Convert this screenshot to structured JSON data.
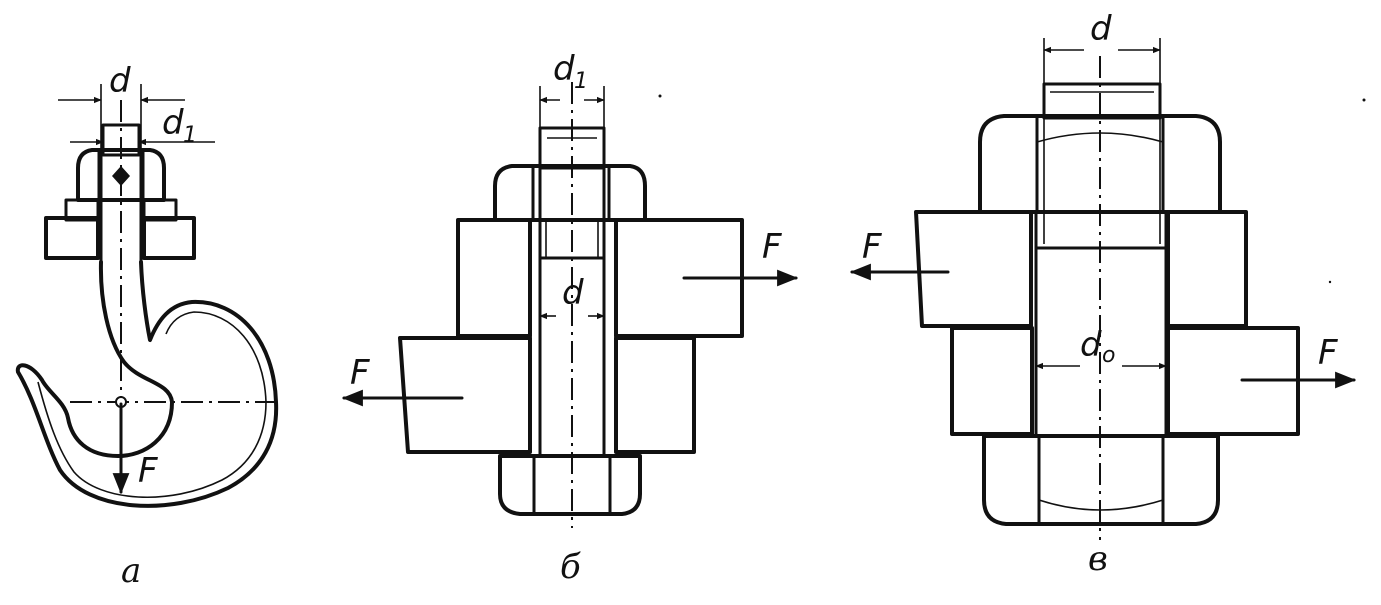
{
  "figures": [
    {
      "caption": "a",
      "labels": {
        "outer_diameter": "d",
        "inner_diameter": "d",
        "inner_diameter_sub": "1",
        "force": "F"
      }
    },
    {
      "caption": "б",
      "labels": {
        "thread_diameter": "d",
        "thread_diameter_sub": "1",
        "shank_diameter": "d",
        "force_top": "F",
        "force_bottom": "F"
      }
    },
    {
      "caption": "в",
      "labels": {
        "thread_diameter": "d",
        "hole_diameter": "d",
        "hole_diameter_sub": "o",
        "force_left": "F",
        "force_right": "F"
      }
    }
  ]
}
